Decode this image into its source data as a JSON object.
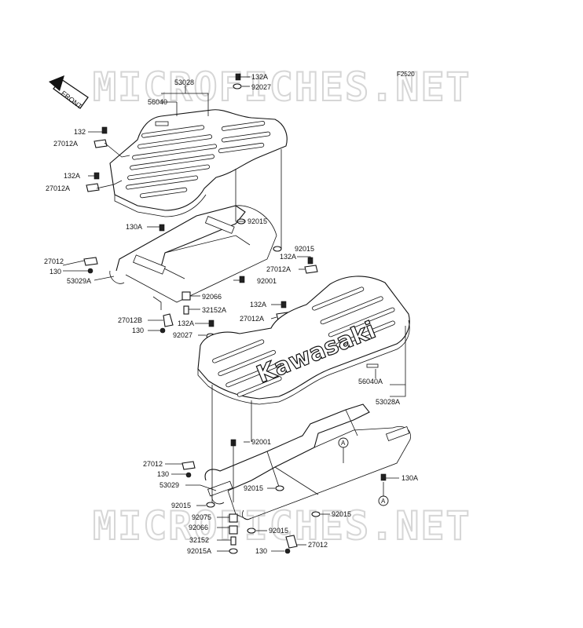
{
  "figure_id": "F2520",
  "front_label": "FRONT",
  "brand_text": "Kawasaki",
  "watermark": "MICROFICHES.NET",
  "callouts": [
    {
      "id": "c1",
      "text": "132A"
    },
    {
      "id": "c2",
      "text": "92027"
    },
    {
      "id": "c3",
      "text": "53028"
    },
    {
      "id": "c4",
      "text": "56040"
    },
    {
      "id": "c5",
      "text": "132"
    },
    {
      "id": "c6",
      "text": "27012A"
    },
    {
      "id": "c7",
      "text": "132A"
    },
    {
      "id": "c8",
      "text": "27012A"
    },
    {
      "id": "c9",
      "text": "130A"
    },
    {
      "id": "c10",
      "text": "92015"
    },
    {
      "id": "c11",
      "text": "92015"
    },
    {
      "id": "c12",
      "text": "132A"
    },
    {
      "id": "c13",
      "text": "27012A"
    },
    {
      "id": "c14",
      "text": "27012"
    },
    {
      "id": "c15",
      "text": "130"
    },
    {
      "id": "c16",
      "text": "53029A"
    },
    {
      "id": "c17",
      "text": "92001"
    },
    {
      "id": "c18",
      "text": "92066"
    },
    {
      "id": "c19",
      "text": "32152A"
    },
    {
      "id": "c20",
      "text": "132A"
    },
    {
      "id": "c21",
      "text": "27012A"
    },
    {
      "id": "c22",
      "text": "27012B"
    },
    {
      "id": "c23",
      "text": "130"
    },
    {
      "id": "c24",
      "text": "132A"
    },
    {
      "id": "c25",
      "text": "92027"
    },
    {
      "id": "c26",
      "text": "56040A"
    },
    {
      "id": "c27",
      "text": "53028A"
    },
    {
      "id": "c28",
      "text": "92001"
    },
    {
      "id": "c29",
      "text": "27012"
    },
    {
      "id": "c30",
      "text": "130"
    },
    {
      "id": "c31",
      "text": "53029"
    },
    {
      "id": "c32",
      "text": "92015"
    },
    {
      "id": "c33",
      "text": "130A"
    },
    {
      "id": "c34",
      "text": "92015"
    },
    {
      "id": "c35",
      "text": "92075"
    },
    {
      "id": "c36",
      "text": "92066"
    },
    {
      "id": "c37",
      "text": "92015"
    },
    {
      "id": "c38",
      "text": "92015"
    },
    {
      "id": "c39",
      "text": "32152"
    },
    {
      "id": "c40",
      "text": "92015A"
    },
    {
      "id": "c41",
      "text": "130"
    },
    {
      "id": "c42",
      "text": "27012"
    }
  ],
  "reference_marks": [
    "A",
    "A"
  ]
}
